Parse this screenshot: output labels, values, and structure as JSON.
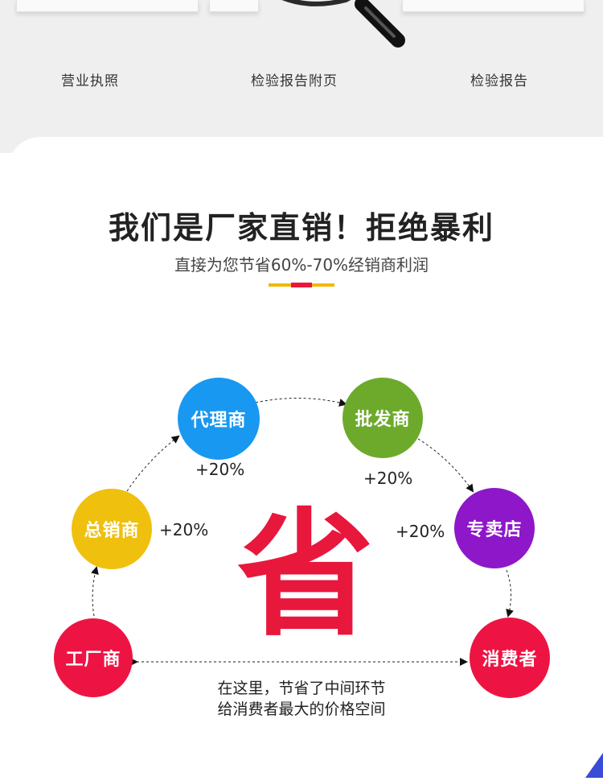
{
  "certificates": {
    "items": [
      {
        "label": "营业执照"
      },
      {
        "label": "检验报告附页"
      },
      {
        "label": "检验报告"
      }
    ]
  },
  "heading": {
    "title": "我们是厂家直销！拒绝暴利",
    "subtitle": "直接为您节省60%-70%经销商利润"
  },
  "flow": {
    "nodes": {
      "factory": "工厂商",
      "general_distributor": "总销商",
      "agent": "代理商",
      "wholesaler": "批发商",
      "store": "专卖店",
      "consumer": "消费者"
    },
    "markups": {
      "general_distributor": "+20%",
      "agent": "+20%",
      "wholesaler": "+20%",
      "store": "+20%"
    },
    "center_char": "省",
    "caption_line1": "在这里，节省了中间环节",
    "caption_line2": "给消费者最大的价格空间"
  },
  "colors": {
    "factory": "#ed1444",
    "general_distributor": "#efc00d",
    "agent": "#1998f1",
    "wholesaler": "#6daa2c",
    "store": "#8d17c9",
    "consumer": "#ed1444",
    "accent_red": "#e8173c",
    "accent_yellow": "#f2b705"
  }
}
